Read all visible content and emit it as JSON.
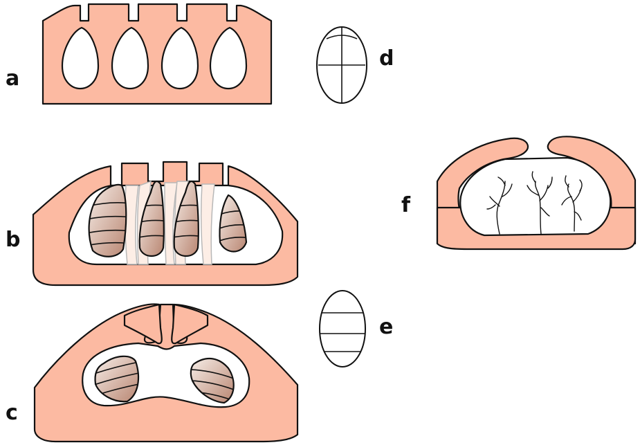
{
  "colors": {
    "stroma_fill": "#fcbaa2",
    "spore_light": "#f6ede7",
    "spore_dark": "#b98672",
    "ghost_fill": "#fdeee6",
    "outline": "#111111"
  },
  "panels": [
    {
      "id": "a",
      "label": "a"
    },
    {
      "id": "b",
      "label": "b"
    },
    {
      "id": "c",
      "label": "c"
    },
    {
      "id": "d",
      "label": "d"
    },
    {
      "id": "e",
      "label": "e"
    },
    {
      "id": "f",
      "label": "f"
    }
  ]
}
